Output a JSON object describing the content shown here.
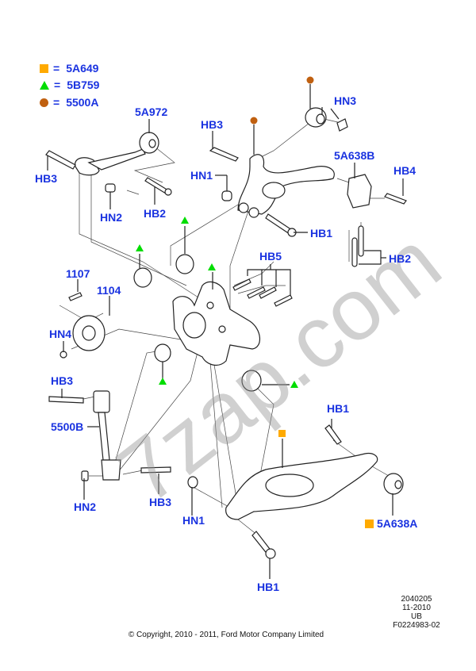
{
  "legend": [
    {
      "symbol": "orange-square",
      "color": "#ffaa00",
      "equals": "=",
      "code": "5A649"
    },
    {
      "symbol": "green-triangle",
      "color": "#00dd00",
      "equals": "=",
      "code": "5B759"
    },
    {
      "symbol": "brown-circle",
      "color": "#c06010",
      "equals": "=",
      "code": "5500A"
    }
  ],
  "callouts": {
    "c5A972": "5A972",
    "hb3_left": "HB3",
    "hn2_top": "HN2",
    "hb2_top": "HB2",
    "hb3_top": "HB3",
    "hn1_top": "HN1",
    "hn3": "HN3",
    "hb1_top": "HB1",
    "c5A638B": "5A638B",
    "hb4": "HB4",
    "hb2_right": "HB2",
    "hb5": "HB5",
    "c1107": "1107",
    "c1104": "1104",
    "hn4": "HN4",
    "hb3_mid": "HB3",
    "c5500B": "5500B",
    "hn2_bottom": "HN2",
    "hb3_bottom": "HB3",
    "hn1_bottom": "HN1",
    "hb1_right": "HB1",
    "c5A638A": "5A638A",
    "hb1_bottom": "HB1"
  },
  "colors": {
    "callout_text": "#1a33e0",
    "square": "#ffaa00",
    "triangle": "#00dd00",
    "circle": "#c06010"
  },
  "watermark": "7zap.com",
  "meta": {
    "line1": "2040205",
    "line2": "11-2010",
    "line3": "UB",
    "line4": "F0224983-02"
  },
  "copyright": "© Copyright, 2010 - 2011, Ford Motor Company Limited"
}
